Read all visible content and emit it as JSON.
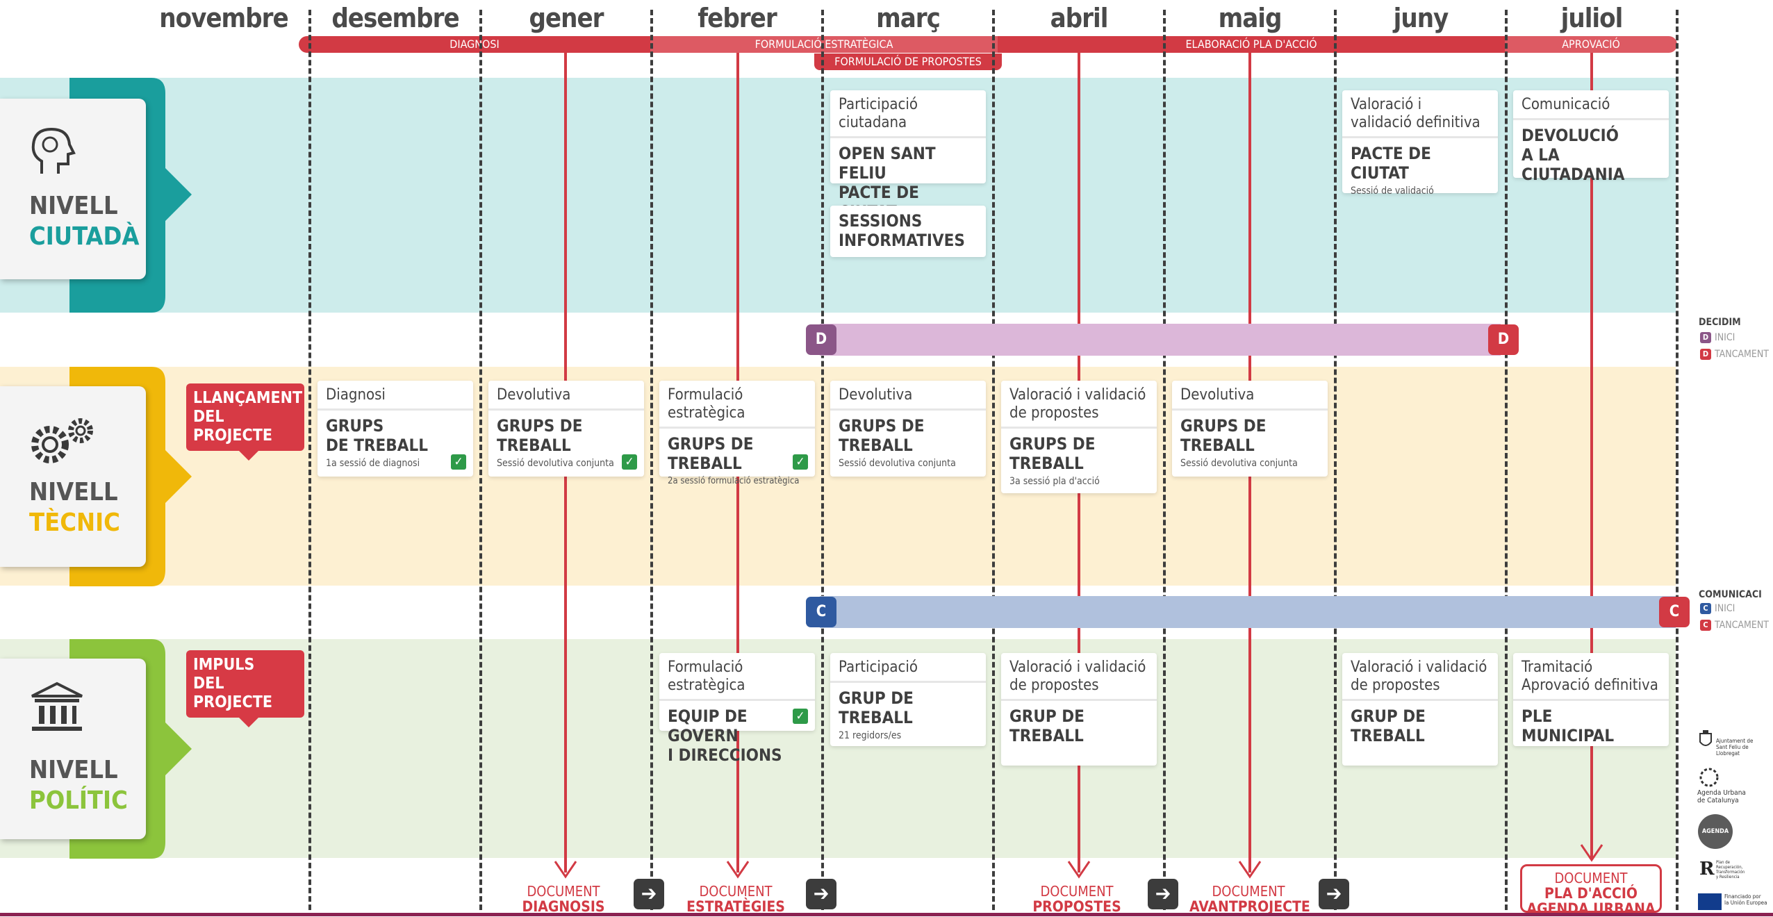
{
  "months": [
    "novembre",
    "desembre",
    "gener",
    "febrer",
    "març",
    "abril",
    "maig",
    "juny",
    "juliol"
  ],
  "phases": {
    "diagnosi": "DIAGNOSI",
    "formulacio": "FORMULACIÓ ESTRATÈGICA",
    "elaboracio": "ELABORACIÓ PLA D'ACCIÓ",
    "aprovacio": "APROVACIÓ",
    "formulacio_propostes": "FORMULACIÓ DE PROPOSTES"
  },
  "levels": {
    "ciutada": {
      "line1": "NIVELL",
      "line2": "CIUTADÀ",
      "color": "#1a9e9d"
    },
    "tecnic": {
      "line1": "NIVELL",
      "line2": "TÈCNIC",
      "color": "#f0b80a"
    },
    "politic": {
      "line1": "NIVELL",
      "line2": "POLÍTIC",
      "color": "#8cc43c"
    }
  },
  "tags": {
    "llancament": "LLANÇAMENT\nDEL PROJECTE",
    "impuls": "IMPULS\nDEL PROJECTE"
  },
  "citizen_cards": {
    "participacio": {
      "head": "Participació ciutadana",
      "big": "OPEN SANT FELIU\nPACTE DE CIUTAT\nCIUTADANÍA"
    },
    "sessions": {
      "big": "SESSIONS\nINFORMATIVES"
    },
    "validacio": {
      "head": "Valoració i\nvalidació definitiva",
      "big": "PACTE DE CIUTAT",
      "small": "Sessió de validació"
    },
    "comunicacio": {
      "head": "Comunicació",
      "big": "DEVOLUCIÓ\nA LA CIUTADANIA"
    }
  },
  "tech_cards": [
    {
      "head": "Diagnosi",
      "big": "GRUPS\nDE TREBALL",
      "small": "1a sessió de diagnosi"
    },
    {
      "head": "Devolutiva",
      "big": "GRUPS DE\nTREBALL",
      "small": "Sessió devolutiva conjunta"
    },
    {
      "head": "Formulació estratègica",
      "big": "GRUPS DE\nTREBALL",
      "small": "2a sessió formulació estratègica"
    },
    {
      "head": "Devolutiva",
      "big": "GRUPS DE\nTREBALL",
      "small": "Sessió devolutiva conjunta"
    },
    {
      "head": "Valoració i validació\nde propostes",
      "big": "GRUPS DE\nTREBALL",
      "small": "3a sessió pla d'acció"
    },
    {
      "head": "Devolutiva",
      "big": "GRUPS DE\nTREBALL",
      "small": "Sessió devolutiva conjunta"
    }
  ],
  "pol_cards": [
    {
      "head": "Formulació estratègica",
      "big": "EQUIP DE GOVERN\nI DIRECCIONS"
    },
    {
      "head": "Participació",
      "big": "GRUP  DE\nTREBALL",
      "small": "21 regidors/es"
    },
    {
      "head": "Valoració i validació\nde propostes",
      "big": "GRUP  DE\nTREBALL"
    },
    {
      "head": "Valoració i validació\nde propostes",
      "big": "GRUP  DE\nTREBALL"
    },
    {
      "head": "Tramitació\nAprovació definitiva",
      "big": "PLE\nMUNICIPAL"
    }
  ],
  "bars": {
    "decidim_start": "D",
    "decidim_end": "D",
    "comunicacio_start": "C",
    "comunicacio_end": "C"
  },
  "legend": {
    "decidim": "DECIDIM",
    "comunicacio": "COMUNICACI",
    "inici": "INICI",
    "tancament": "TANCAMENT",
    "d": "D",
    "c": "C"
  },
  "documents": [
    {
      "l1": "DOCUMENT",
      "l2": "DIAGNOSIS"
    },
    {
      "l1": "DOCUMENT",
      "l2": "ESTRATÈGIES"
    },
    {
      "l1": "DOCUMENT",
      "l2": "PROPOSTES"
    },
    {
      "l1": "DOCUMENT",
      "l2": "AVANTPROJECTE"
    },
    {
      "l1": "DOCUMENT",
      "l2": "PLA D'ACCIÓ\nAGENDA URBANA"
    }
  ],
  "logos": {
    "ajuntament": "Ajuntament de\nSant Feliu de Llobregat",
    "agenda_cat": "Agenda Urbana\nde Catalunya",
    "agenda_badge": "AGENDA",
    "plan": "Plan de\nRecuperación,\nTransformación\ny Resiliencia",
    "eu": "Financiado por\nla Unión Europea"
  },
  "colors": {
    "red": "#d23a44",
    "teal_bg": "#cdeceb",
    "yellow_bg": "#fdf0d2",
    "green_bg": "#e8f1df",
    "decidim_bar": "#dcb7d9",
    "decidim_start": "#8b5688",
    "comunicacio_bar": "#b0c1dd",
    "comunicacio_start": "#2f5aa0"
  }
}
